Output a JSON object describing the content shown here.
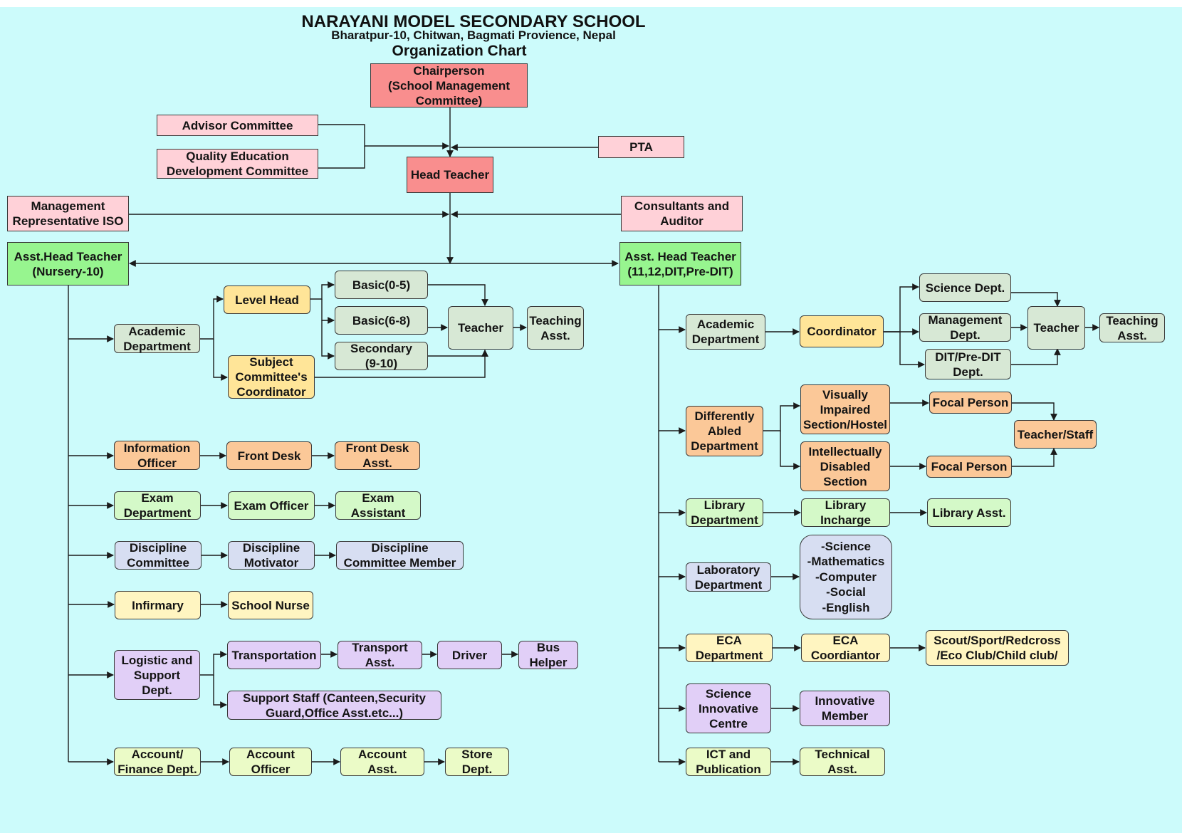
{
  "header": {
    "title": "NARAYANI MODEL SECONDARY SCHOOL",
    "subtitle": "Bharatpur-10, Chitwan, Bagmati Provience, Nepal",
    "chart_name": "Organization Chart"
  },
  "colors": {
    "background": "#ccfbfb",
    "chair": "#f98e8e",
    "advisory": "#ffd1d8",
    "asst_head": "#97f58f",
    "grey_green": "#d7e8d5",
    "yellow": "#ffe598",
    "orange": "#fbc898",
    "light_green": "#d4f9c8",
    "lavender": "#d7def2",
    "cream": "#fff5c1",
    "purple": "#e1cff7",
    "lime_cream": "#ebfbc7",
    "connector": "#1b1b1b"
  },
  "nodes": {
    "chairperson": "Chairperson\n(School Management\nCommittee)",
    "advisor_committee": "Advisor Committee",
    "qed_committee": "Quality Education\nDevelopment Committee",
    "pta": "PTA",
    "head_teacher": "Head Teacher",
    "management_rep": "Management\nRepresentative ISO",
    "consultants": "Consultants and\nAuditor",
    "asst_head_nursery": "Asst.Head Teacher\n(Nursery-10)",
    "asst_head_higher": "Asst. Head Teacher\n(11,12,DIT,Pre-DIT)",
    "left": {
      "academic_department": "Academic\nDepartment",
      "level_head": "Level Head",
      "subject_coordinator": "Subject\nCommittee's\nCoordinator",
      "basic_0_5": "Basic(0-5)",
      "basic_6_8": "Basic(6-8)",
      "secondary": "Secondary\n(9-10)",
      "teacher": "Teacher",
      "teaching_asst": "Teaching\nAsst.",
      "information_officer": "Information\nOfficer",
      "front_desk": "Front Desk",
      "front_desk_asst": "Front Desk\nAsst.",
      "exam_department": "Exam\nDepartment",
      "exam_officer": "Exam Officer",
      "exam_assistant": "Exam\nAssistant",
      "discipline_committee": "Discipline\nCommittee",
      "discipline_motivator": "Discipline\nMotivator",
      "discipline_member": "Discipline\nCommittee Member",
      "infirmary": "Infirmary",
      "school_nurse": "School Nurse",
      "logistic": "Logistic and\nSupport\nDept.",
      "transportation": "Transportation",
      "transport_asst": "Transport\nAsst.",
      "driver": "Driver",
      "bus_helper": "Bus\nHelper",
      "support_staff": "Support Staff (Canteen,Security\nGuard,Office Asst.etc...)",
      "account_finance": "Account/\nFinance Dept.",
      "account_officer": "Account\nOfficer",
      "account_asst": "Account\nAsst.",
      "store_dept": "Store\nDept."
    },
    "right": {
      "academic_department": "Academic\nDepartment",
      "coordinator": "Coordinator",
      "science_dept": "Science Dept.",
      "management_dept": "Management\nDept.",
      "dit_dept": "DIT/Pre-DIT\nDept.",
      "teacher": "Teacher",
      "teaching_asst": "Teaching\nAsst.",
      "differently_abled": "Differently\nAbled\nDepartment",
      "visually_impaired": "Visually\nImpaired\nSection/Hostel",
      "intellectually_disabled": "Intellectually\nDisabled\nSection",
      "focal_person_1": "Focal Person",
      "focal_person_2": "Focal Person",
      "teacher_staff": "Teacher/Staff",
      "library_department": "Library\nDepartment",
      "library_incharge": "Library\nIncharge",
      "library_asst": "Library  Asst.",
      "laboratory_department": "Laboratory\nDepartment",
      "lab_subjects": "-Science\n-Mathematics\n-Computer\n-Social\n-English",
      "eca_department": "ECA\nDepartment",
      "eca_coordinator": "ECA\nCoordiantor",
      "eca_clubs": "Scout/Sport/Redcross\n/Eco Club/Child club/",
      "science_innovative": "Science\nInnovative\nCentre",
      "innovative_member": "Innovative\nMember",
      "ict_publication": "ICT and\nPublication",
      "technical_asst": "Technical\nAsst."
    }
  }
}
